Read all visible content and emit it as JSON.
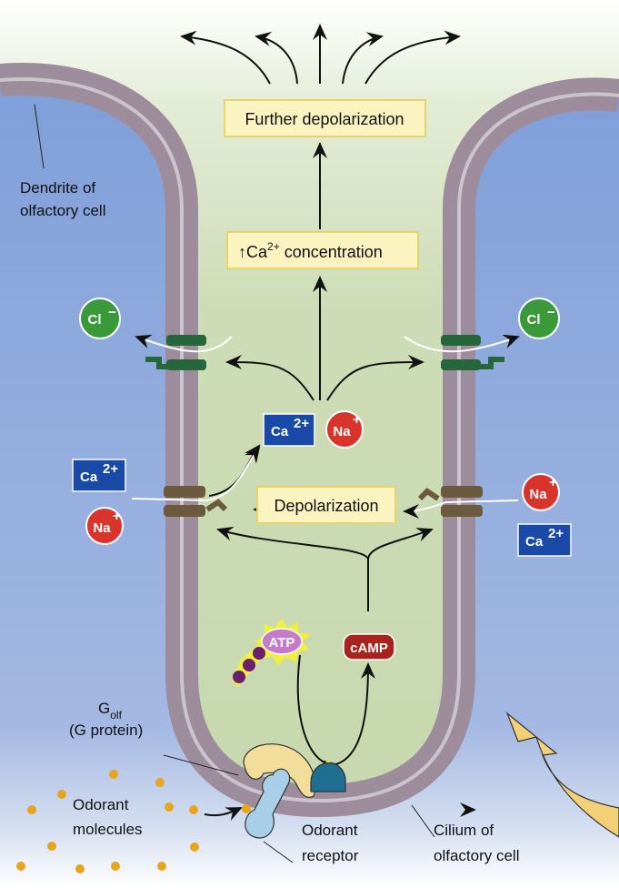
{
  "labels": {
    "dendrite": [
      "Dendrite of",
      "olfactory cell"
    ],
    "golf_main": "G",
    "golf_sub": "olf",
    "g_protein": "(G protein)",
    "odorant_molecules": [
      "Odorant",
      "molecules"
    ],
    "odorant_receptor": [
      "Odorant",
      "receptor"
    ],
    "cilium": [
      "Cilium of",
      "olfactory cell"
    ]
  },
  "boxes": {
    "further_depolarization": "Further depolarization",
    "ca_concentration_arrow": "↑",
    "ca_concentration_ion": "Ca",
    "ca_concentration_charge": "2+",
    "ca_concentration_rest": " concentration",
    "depolarization": "Depolarization"
  },
  "ions": {
    "cl": "Cl",
    "cl_charge": "−",
    "ca": "Ca",
    "ca_charge": "2+",
    "na": "Na",
    "na_charge": "+",
    "atp": "ATP",
    "camp": "cAMP"
  },
  "colors": {
    "outside": "#86a6dc",
    "inside": "#c9dbb2",
    "membrane": "#9d8c9c",
    "cl": "#3a9a3a",
    "na": "#d9342b",
    "ca": "#1a4aa8",
    "camp": "#a8231e",
    "atp": "#c57bc9",
    "box": "#fbf3c0"
  }
}
